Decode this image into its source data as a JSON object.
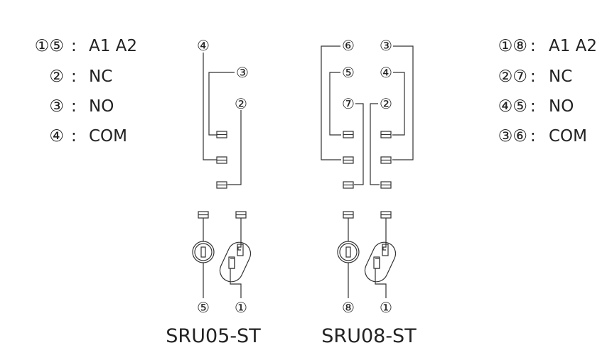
{
  "legend_left": [
    {
      "pins": "①⑤",
      "sep": ":",
      "fn": "A1  A2"
    },
    {
      "pins": "②",
      "sep": ":",
      "fn": "NC"
    },
    {
      "pins": "③",
      "sep": ":",
      "fn": "NO"
    },
    {
      "pins": "④",
      "sep": ":",
      "fn": "COM"
    }
  ],
  "legend_right": [
    {
      "pins": "①⑧",
      "sep": ":",
      "fn": "A1  A2"
    },
    {
      "pins": "②⑦",
      "sep": ":",
      "fn": "NC"
    },
    {
      "pins": "④⑤",
      "sep": ":",
      "fn": "NO"
    },
    {
      "pins": "③⑥",
      "sep": ":",
      "fn": "COM"
    }
  ],
  "sru05": {
    "model": "SRU05-ST",
    "pin_labels": [
      "④",
      "③",
      "②",
      "⑤",
      "①"
    ]
  },
  "sru08": {
    "model": "SRU08-ST",
    "pin_labels": [
      "⑥",
      "③",
      "⑤",
      "④",
      "⑦",
      "②",
      "⑧",
      "①"
    ]
  },
  "colors": {
    "line": "#333333",
    "text": "#222222"
  }
}
